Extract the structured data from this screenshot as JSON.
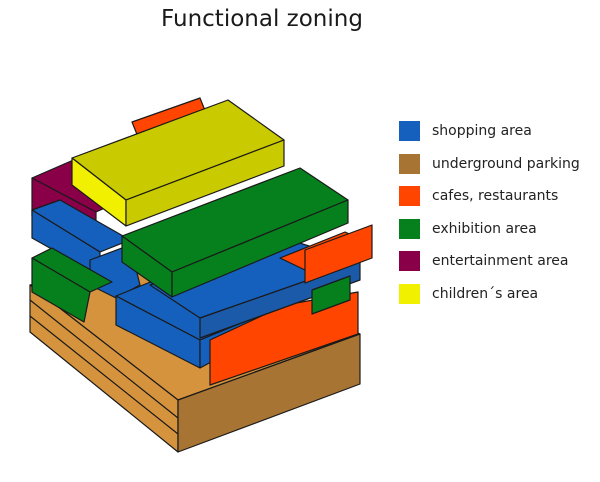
{
  "title": "Functional zoning",
  "legend": [
    {
      "label": "shopping area",
      "color": "#1560bd"
    },
    {
      "label": "underground parking",
      "color": "#a87434"
    },
    {
      "label": "cafes, restaurants",
      "color": "#ff4500"
    },
    {
      "label": "exhibition area",
      "color": "#06801d"
    },
    {
      "label": "entertainment area",
      "color": "#8a0048"
    },
    {
      "label": "children´s area",
      "color": "#f0f000"
    }
  ]
}
